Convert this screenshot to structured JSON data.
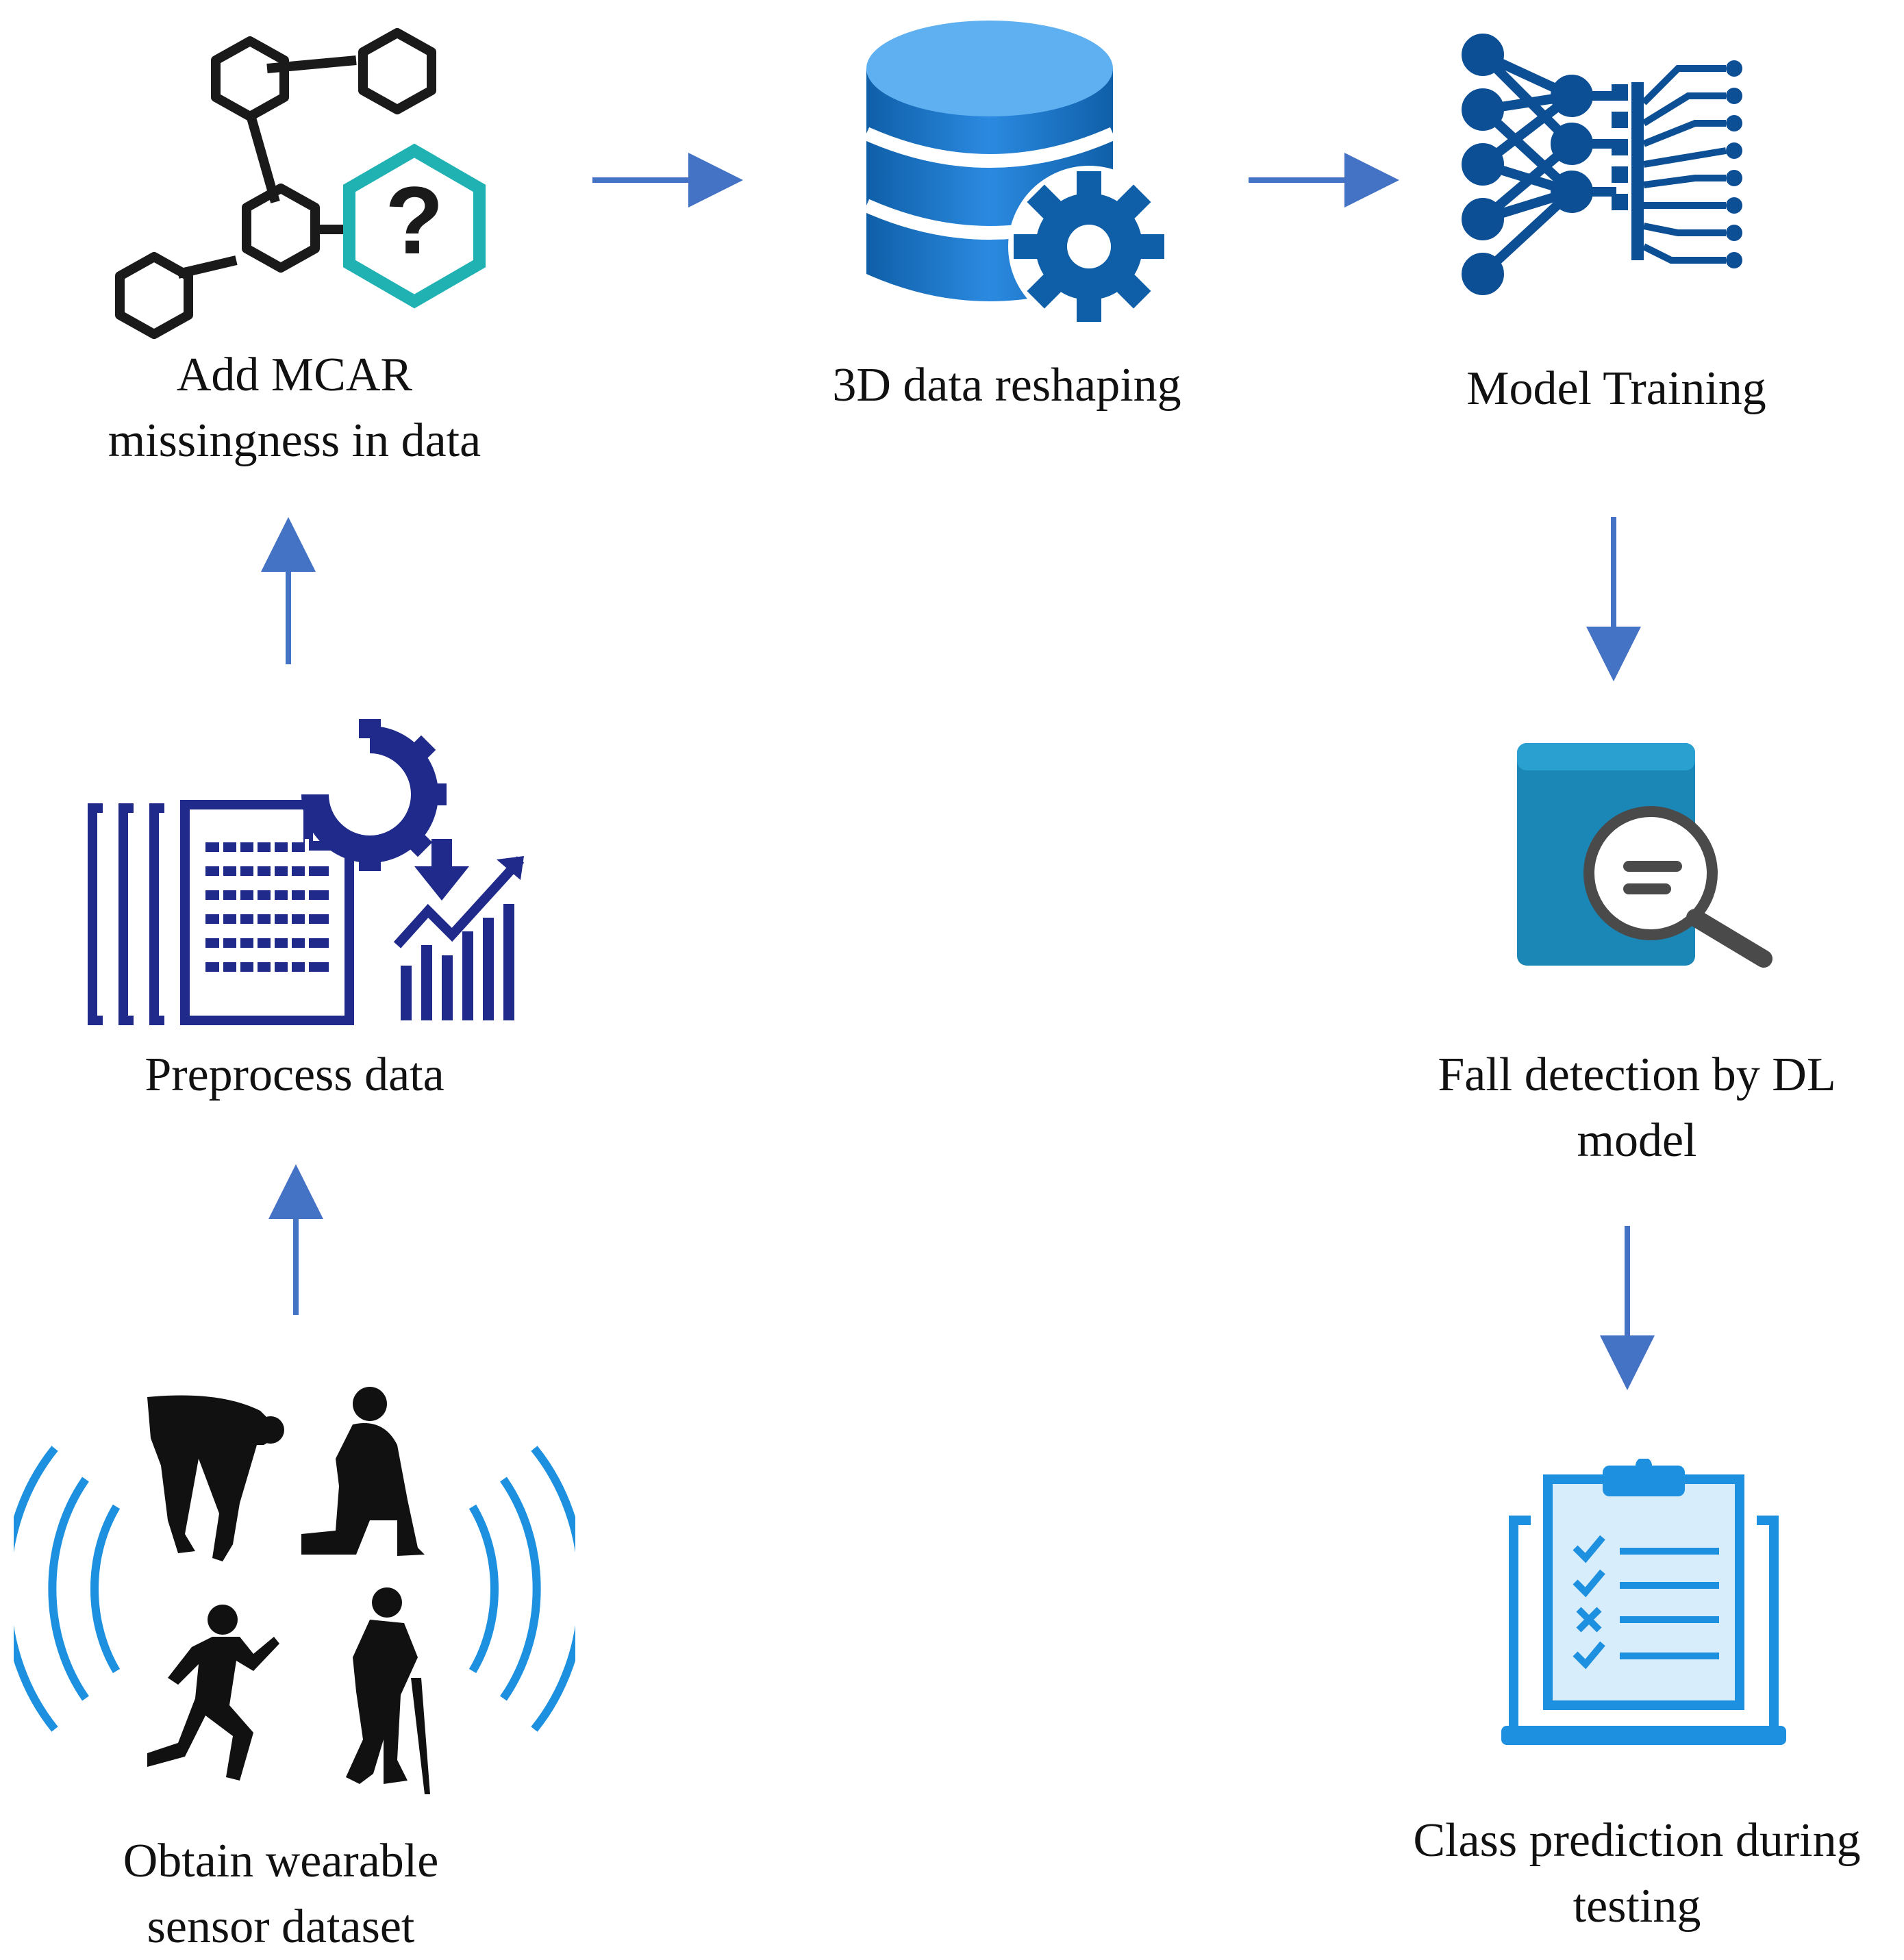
{
  "steps": {
    "mcar": {
      "line1": "Add MCAR",
      "line2": "missingness in data",
      "icon": "molecule-question-icon"
    },
    "reshape": {
      "line1": "3D data reshaping",
      "icon": "database-gear-icon"
    },
    "training": {
      "line1": "Model Training",
      "icon": "neural-network-icon"
    },
    "preprocess": {
      "line1": "Preprocess data",
      "icon": "documents-gear-chart-icon"
    },
    "fall": {
      "line1": "Fall detection by DL",
      "line2": "model",
      "icon": "book-magnifier-icon"
    },
    "obtain": {
      "line1": "Obtain wearable",
      "line2": "sensor dataset",
      "icon": "people-wireless-icon"
    },
    "predict": {
      "line1": "Class prediction during",
      "line2": "testing",
      "icon": "laptop-checklist-icon"
    }
  },
  "colors": {
    "arrow": "#4472c4",
    "teal": "#20b2b2",
    "blue": "#1a73c0",
    "navy": "#1f2a8a",
    "wave": "#1e90e0"
  }
}
